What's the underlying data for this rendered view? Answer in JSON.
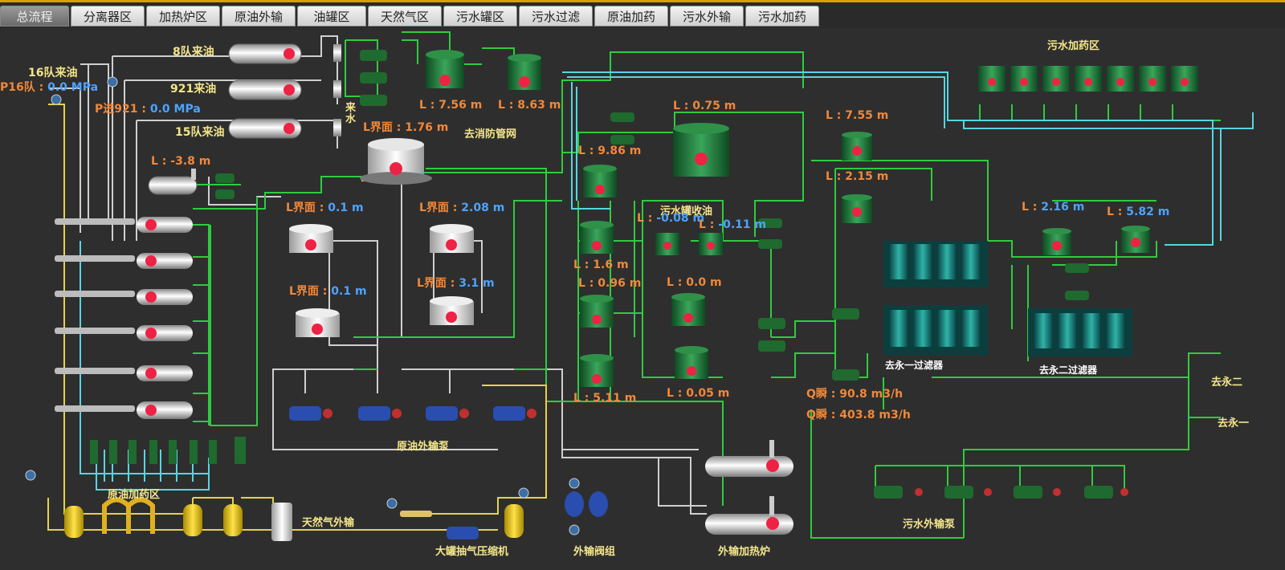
{
  "tabs": [
    {
      "label": "总流程",
      "active": true
    },
    {
      "label": "分离器区"
    },
    {
      "label": "加热炉区"
    },
    {
      "label": "原油外输"
    },
    {
      "label": "油罐区"
    },
    {
      "label": "天然气区"
    },
    {
      "label": "污水罐区"
    },
    {
      "label": "污水过滤"
    },
    {
      "label": "原油加药"
    },
    {
      "label": "污水外输"
    },
    {
      "label": "污水加药"
    }
  ],
  "colors": {
    "bg": "#2e2e2e",
    "green_line": "#2ecc40",
    "white_line": "#d8d8d8",
    "yellow_line": "#e6d24a",
    "cyan_line": "#56d6e0",
    "tank_green": "#1f7a3a",
    "orange": "#f0883a",
    "blue": "#4da3ff"
  },
  "sources": {
    "a": "8队来油",
    "b": "921来油",
    "c": "15队来油",
    "d": "16队来油"
  },
  "pressures": {
    "p16": {
      "label": "P16队 : ",
      "value": "0.0",
      "unit": " MPa"
    },
    "p921": {
      "label": "P进921 : ",
      "value": "0.0",
      "unit": " MPa"
    }
  },
  "levels": {
    "tank_a": {
      "label": "L : ",
      "value": "7.56 m"
    },
    "tank_b": {
      "label": "L : ",
      "value": "8.63 m"
    },
    "big_tank": {
      "label": "L界面 : ",
      "value": "1.76 m"
    },
    "separator": {
      "label": "L : ",
      "value": "-3.8 m"
    },
    "oil4": {
      "label": "L界面 : ",
      "value": "0.1 m"
    },
    "oil2": {
      "label": "L界面 : ",
      "value": "2.08 m"
    },
    "oil5": {
      "label": "L界面 : ",
      "value": "0.1 m"
    },
    "oil3": {
      "label": "L界面 : ",
      "value": "3.1 m"
    },
    "sw_top": {
      "label": "L : ",
      "value": "0.75 m"
    },
    "sw_9": {
      "label": "L : ",
      "value": "9.86 m"
    },
    "sw_recov1": {
      "label": "L : ",
      "value": "-0.08 m"
    },
    "sw_recov2": {
      "label": "L : ",
      "value": "-0.11 m"
    },
    "sw_16": {
      "label": "L : ",
      "value": "1.6 m"
    },
    "sw_096": {
      "label": "L : ",
      "value": "0.96 m"
    },
    "sw_00": {
      "label": "L : ",
      "value": "0.0 m"
    },
    "sw_511": {
      "label": "L : ",
      "value": "5.11 m"
    },
    "sw_005": {
      "label": "L : ",
      "value": "0.05 m"
    },
    "f_755": {
      "label": "L : ",
      "value": "7.55 m"
    },
    "f_215": {
      "label": "L : ",
      "value": "2.15 m"
    },
    "f_216": {
      "label": "L : ",
      "value": "2.16 m"
    },
    "f_582": {
      "label": "L : ",
      "value": "5.82 m"
    }
  },
  "flows": {
    "q1": {
      "label": "Q瞬 : ",
      "value": "90.8 m3/h"
    },
    "q2": {
      "label": "Q瞬 : ",
      "value": "403.8 m3/h"
    }
  },
  "areas": {
    "sewage_dosing": "污水加药区",
    "fire_net": "去消防管网",
    "water_in": "来水",
    "sewage_recovery": "污水罐收油",
    "filter1": "去永一过滤器",
    "filter2": "去永二过滤器",
    "to_yong2": "去永二",
    "to_yong1": "去永一",
    "crude_pump": "原油外输泵",
    "crude_dosing": "原油加药区",
    "gas_export": "天然气外输",
    "compressor": "大罐抽气压缩机",
    "export_valve": "外输阀组",
    "export_heater": "外输加热炉",
    "sewage_pump": "污水外输泵"
  }
}
